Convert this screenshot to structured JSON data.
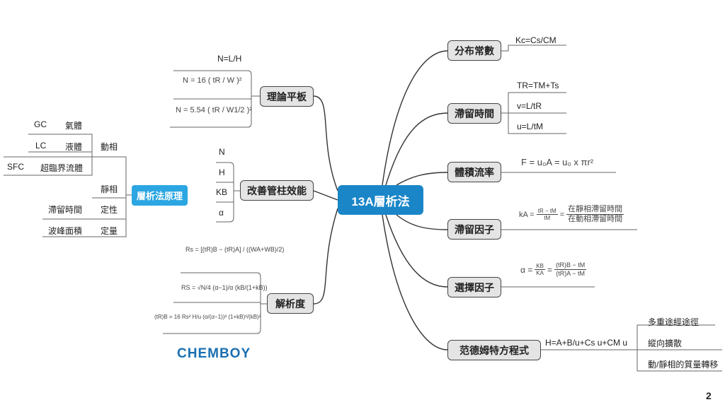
{
  "center": "13A層析法",
  "right": [
    {
      "label": "分布常數",
      "items": [
        "Kc=Cs/CM"
      ]
    },
    {
      "label": "滯留時間",
      "items": [
        "TR=TM+Ts",
        "v=L/tR",
        "u=L/tM"
      ]
    },
    {
      "label": "體積流率",
      "formula": "F = u₀A = u₀ x πr²"
    },
    {
      "label": "滯留因子",
      "formula": {
        "lhs": "kA =",
        "num": "tR − tM",
        "den": "tM",
        "num2": "在靜相滯留時間",
        "den2": "在動相滯留時間"
      }
    },
    {
      "label": "選擇因子",
      "formula": {
        "lhs": "α =",
        "num": "KB",
        "den": "KA",
        "num2": "(tR)B − tM",
        "den2": "(tR)A − tM"
      }
    },
    {
      "label": "范德姆特方程式",
      "equation": "H=A+B/u+Cs u+CM u",
      "items": [
        "多重途經途徑",
        "縱向擴散",
        "動/靜相的質量轉移"
      ]
    }
  ],
  "left": {
    "plate": {
      "label": "理論平板",
      "items": [
        "N=L/H",
        "N = 16 ( tR / W )²",
        "N = 5.54 ( tR / W1/2 )²"
      ]
    },
    "efficiency": {
      "label": "改善管柱效能",
      "items": [
        "N",
        "H",
        "KB",
        "α"
      ]
    },
    "resolution": {
      "label": "解析度",
      "items": [
        "Rs = [(tR)B − (tR)A] / ((WA+WB)/2)",
        "RS = √N/4 (α−1)/α (kB/(1+kB))",
        "(tR)B = 16 Rs² H/u (α/(α−1))² (1+kB)³/(kB)²"
      ]
    },
    "principle": {
      "label": "層析法原理",
      "mobile": "動相",
      "stationary": "靜相",
      "qual": "定性",
      "quant": "定量",
      "pairs": [
        [
          "GC",
          "氣體"
        ],
        [
          "LC",
          "液體"
        ],
        [
          "SFC",
          "超臨界流體"
        ]
      ],
      "retention": "滯留時間",
      "area": "波峰面積"
    }
  },
  "logo": "CHEMBOY",
  "page": "2"
}
